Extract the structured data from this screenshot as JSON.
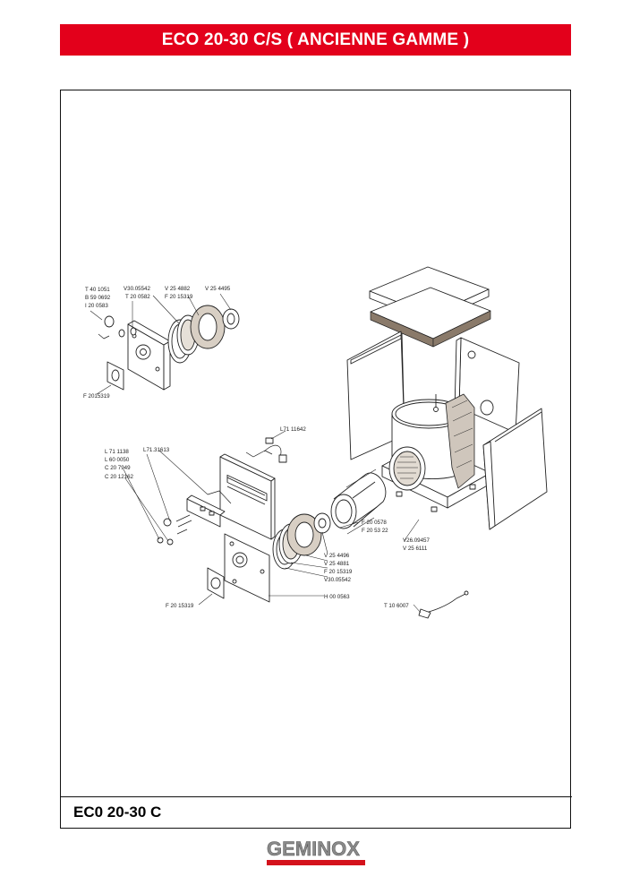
{
  "header": {
    "title": "ECO 20-30 C/S ( ANCIENNE GAMME )"
  },
  "footer": {
    "model": "EC0 20-30 C"
  },
  "logo": {
    "name": "GEMINOX",
    "tagline": ""
  },
  "colors": {
    "banner": "#e3001b",
    "logo_red": "#d4121c",
    "logo_grey": "#8a8a8a"
  },
  "parts": {
    "t401051": "T 40 1051",
    "b590692": "B 59 0692",
    "i200583": "I 20 0583",
    "v3005542_top": "V30.05542",
    "t200582": "T 20 0582",
    "v254882": "V 25 4882",
    "f2015319_top": "F 20 15319",
    "v254495": "V 25 4495",
    "f2015319_left": "F 2015319",
    "l7111642": "L71 11642",
    "l711138": "L 71 1138",
    "l600050": "L 60 0050",
    "c207949": "C 20 7949",
    "c2012162": "C 20 12162",
    "l7131613": "L71.31613",
    "f200578": "F 20 0578",
    "f205322": "F 20 53 22",
    "v2609457": "V26.09457",
    "v256111": "V 25 6111",
    "v254496": "V 25 4496",
    "v254881": "V 25 4881",
    "f2015319_mid": "F 20 15319",
    "v3005542_mid": "V30.05542",
    "h000563": "H 00 0563",
    "f2015319_bottom": "F 20 15319",
    "t106007": "T 10 6007"
  }
}
